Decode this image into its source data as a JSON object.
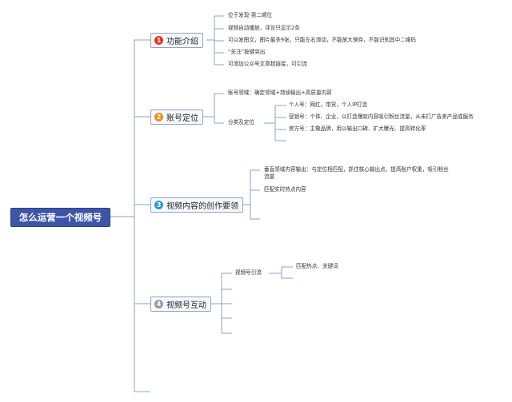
{
  "root": {
    "label": "怎么运营一个视频号",
    "color": "#3d55a8"
  },
  "branches": [
    {
      "num": "1",
      "badge_color": "#e8341c",
      "label": "功能介绍",
      "children": [
        "位于发现-第二顺位",
        "视频自动播放，评论只显示2条",
        "可以发图文，图片最多9张，只能左右滑动，不能放大保存，不能识别其中二维码",
        "“关注”按键突出",
        "可添加公众号文章超链接，可引流"
      ]
    },
    {
      "num": "2",
      "badge_color": "#f08a1c",
      "label": "账号定位",
      "children": [
        "账号领域：确定领域+持续输出+高质量内容",
        "分类及定位"
      ],
      "sub": [
        "个人号：网红，带货，个人IP打造",
        "营销号：个体、企业，以打造爆款内容吸引粉丝流量，从未打广告卖产品或服务",
        "官方号：主做品牌，用以输出口碑、扩大曝光、提高转化率"
      ]
    },
    {
      "num": "3",
      "badge_color": "#2b9ad6",
      "label": "视频内容的创作要领",
      "children": [
        "垂直领域内容输出：与定位相匹配，抓住核心输出点，提高账户权重，吸引粉丝流量",
        "匹配实时热点内容"
      ]
    },
    {
      "num": "4",
      "badge_color": "#9a9a9a",
      "label": "视频号互动",
      "children": [
        "视频号引流"
      ],
      "sub": [
        "匹配热点、关键词"
      ]
    }
  ],
  "colors": {
    "connector": "#8fa2c4"
  }
}
